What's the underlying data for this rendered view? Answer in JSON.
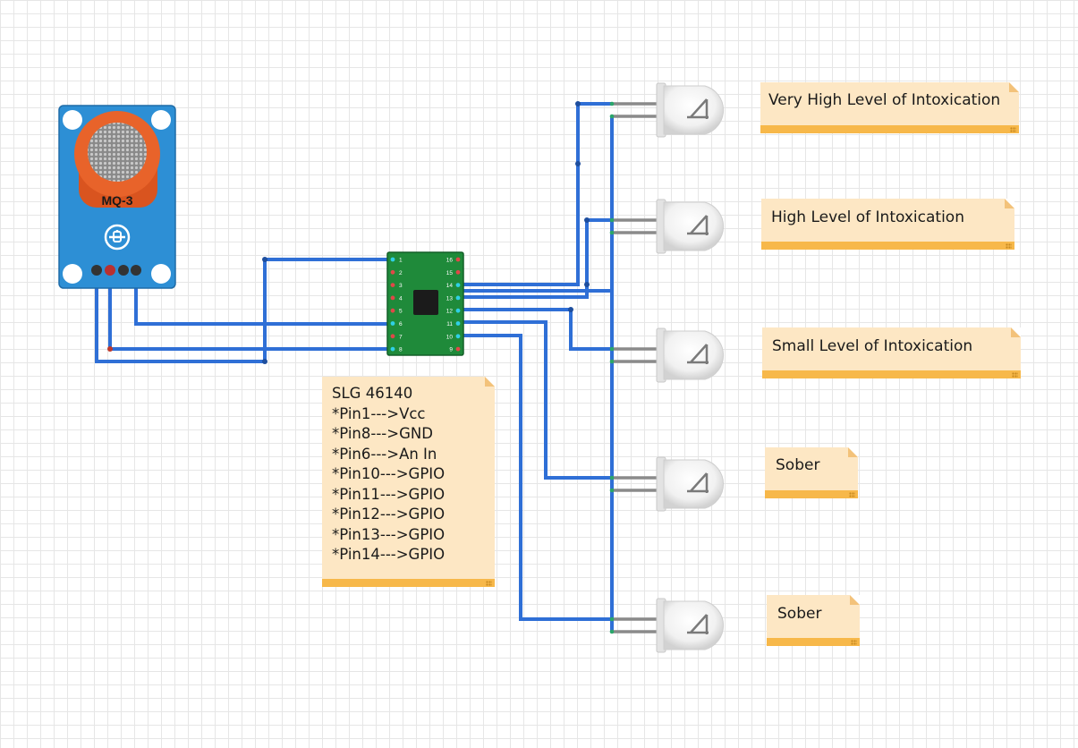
{
  "sensor": {
    "label": "MQ-3"
  },
  "chip": {
    "left_pins": [
      "1",
      "2",
      "3",
      "4",
      "5",
      "6",
      "7",
      "8"
    ],
    "right_pins": [
      "16",
      "15",
      "14",
      "13",
      "12",
      "11",
      "10",
      "9"
    ]
  },
  "notes": {
    "very_high": "Very High Level of Intoxication",
    "high": "High Level of Intoxication",
    "small": "Small Level of Intoxication",
    "sober_1": "Sober",
    "sober_2": "Sober"
  },
  "slg_note": {
    "title": "SLG 46140",
    "lines": [
      "*Pin1--->Vcc",
      "*Pin8--->GND",
      "*Pin6--->An In",
      "*Pin10--->GPIO",
      "*Pin11--->GPIO",
      "*Pin12--->GPIO",
      "*Pin13--->GPIO",
      "*Pin14--->GPIO"
    ]
  },
  "colors": {
    "wire": "#2f6fd6",
    "sensor_board": "#2d8fd5",
    "sensor_cap": "#e8632a",
    "chip_board": "#1f8a3a",
    "note_bg": "#fde7c4",
    "note_accent": "#f7b84a"
  }
}
